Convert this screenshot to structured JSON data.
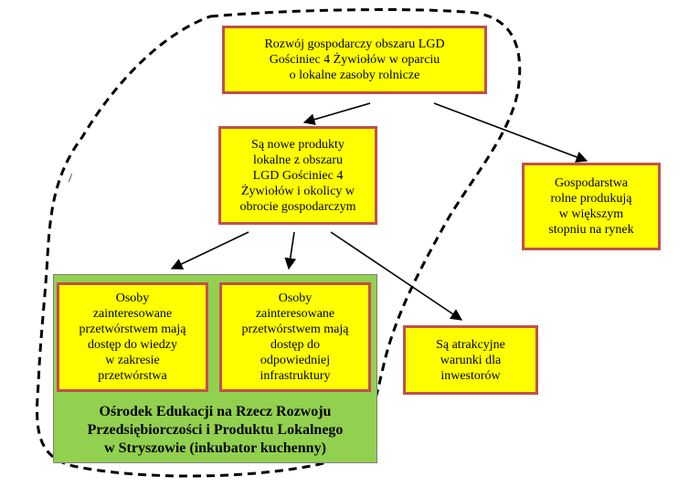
{
  "nodes": {
    "goal": "Rozwój gospodarczy obszaru LGD\nGościniec 4 Żywiołów w oparciu\no lokalne zasoby rolnicze",
    "products": "Są nowe produkty\nlokalne z obszaru\nLGD Gościniec 4\nŻywiołów i okolicy w\nobrocie gospodarczym",
    "farms": "Gospodarstwa\nrolne produkują\nw większym\nstopniu na rynek",
    "knowledge": "Osoby\nzainteresowane\nprzetwórstwem mają\ndostęp do wiedzy\nw zakresie\nprzetwórstwa",
    "infrastructure": "Osoby\nzainteresowane\nprzetwórstwem mają\ndostęp do\nodpowiedniej\ninfrastruktury",
    "investors": "Są atrakcyjne\nwarunki dla\ninwestorów"
  },
  "panel_caption": "Ośrodek Edukacji na Rzecz Rozwoju\nPrzedsiębiorczości i Produktu Lokalnego\nw Stryszowie (inkubator kuchenny)",
  "mark": "/",
  "colors": {
    "box_fill": "#ffff00",
    "box_border": "#c0504d",
    "panel_fill": "#92d050",
    "line": "#000000"
  }
}
